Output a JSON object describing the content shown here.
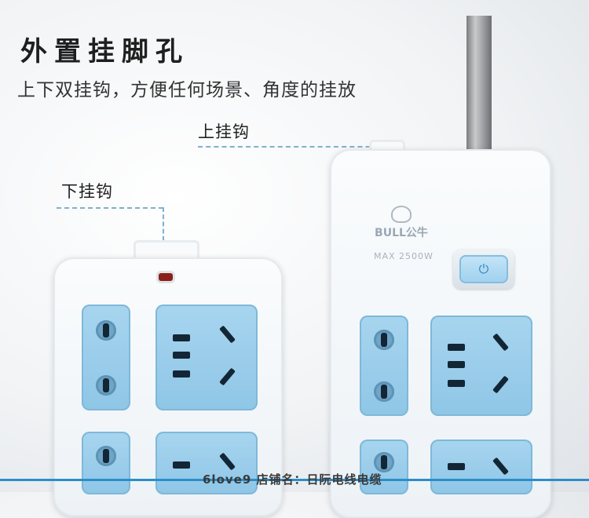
{
  "heading": {
    "title": "外置挂脚孔",
    "subtitle": "上下双挂钩，方便任何场景、角度的挂放"
  },
  "callouts": {
    "upper_hook": "上挂钩",
    "lower_hook": "下挂钩"
  },
  "product": {
    "brand": "BULL公牛",
    "rating": "MAX 2500W",
    "power_icon": "power-icon"
  },
  "watermark": "6love9 店铺名：日阮电线电缆",
  "colors": {
    "socket_blue": "#9ccdea",
    "accent_blue": "#2b8ec9",
    "body_white": "#f5f8fa"
  }
}
